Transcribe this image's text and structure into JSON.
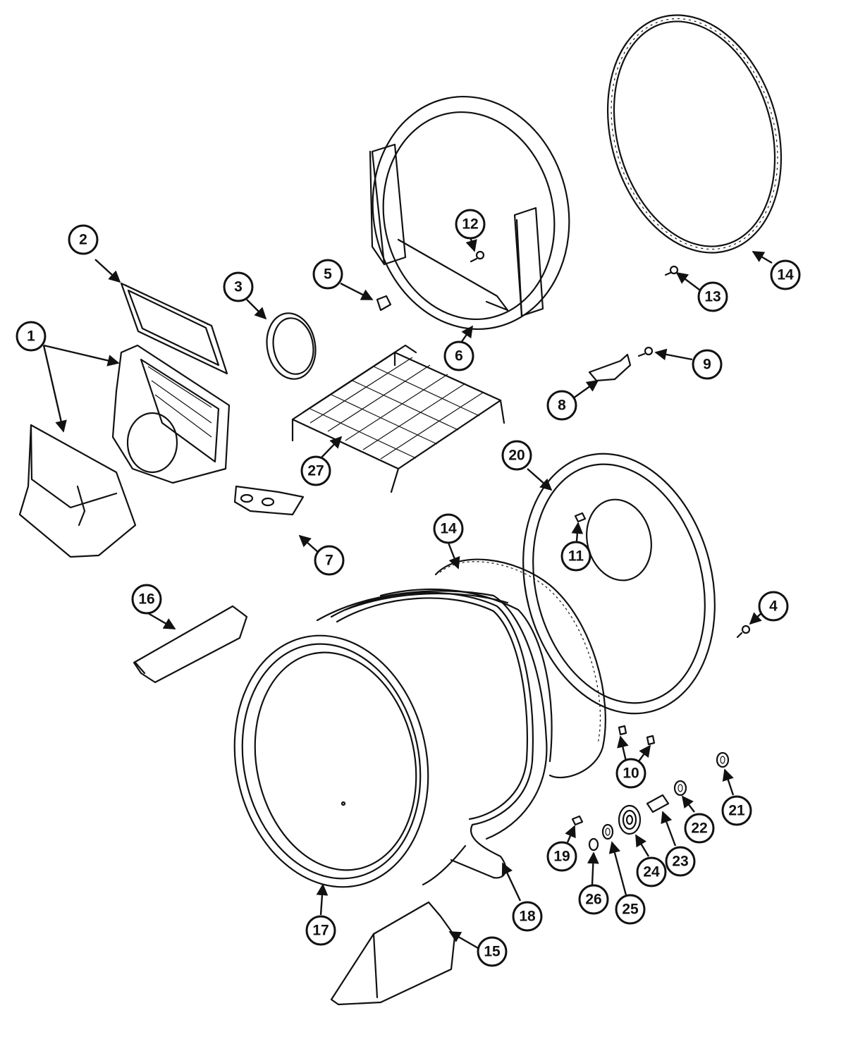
{
  "diagram": {
    "callouts": [
      {
        "id": "c1",
        "label": "1"
      },
      {
        "id": "c2",
        "label": "2"
      },
      {
        "id": "c3",
        "label": "3"
      },
      {
        "id": "c4",
        "label": "4"
      },
      {
        "id": "c5",
        "label": "5"
      },
      {
        "id": "c6",
        "label": "6"
      },
      {
        "id": "c7",
        "label": "7"
      },
      {
        "id": "c8",
        "label": "8"
      },
      {
        "id": "c9",
        "label": "9"
      },
      {
        "id": "c10",
        "label": "10"
      },
      {
        "id": "c11",
        "label": "11"
      },
      {
        "id": "c12",
        "label": "12"
      },
      {
        "id": "c13",
        "label": "13"
      },
      {
        "id": "c14a",
        "label": "14"
      },
      {
        "id": "c14b",
        "label": "14"
      },
      {
        "id": "c15",
        "label": "15"
      },
      {
        "id": "c16",
        "label": "16"
      },
      {
        "id": "c17",
        "label": "17"
      },
      {
        "id": "c18",
        "label": "18"
      },
      {
        "id": "c19",
        "label": "19"
      },
      {
        "id": "c20",
        "label": "20"
      },
      {
        "id": "c21",
        "label": "21"
      },
      {
        "id": "c22",
        "label": "22"
      },
      {
        "id": "c23",
        "label": "23"
      },
      {
        "id": "c24",
        "label": "24"
      },
      {
        "id": "c25",
        "label": "25"
      },
      {
        "id": "c26",
        "label": "26"
      },
      {
        "id": "c27",
        "label": "27"
      }
    ]
  }
}
